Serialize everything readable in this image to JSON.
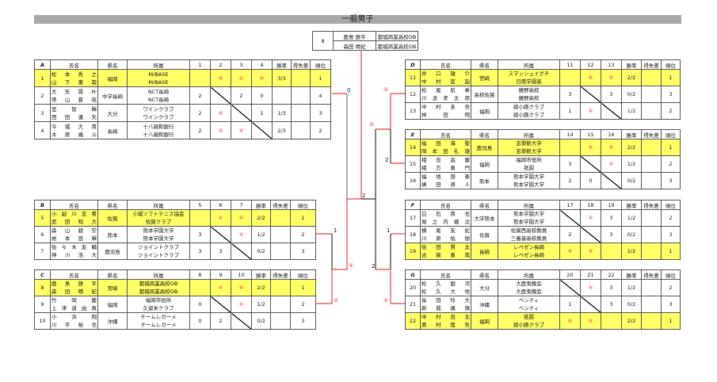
{
  "title": "一般男子",
  "final": {
    "no": "8",
    "names": [
      "鹿島 鉄平",
      "森田 晴紀"
    ],
    "affils": [
      "都城商業高校OB",
      "都城商業高校OB"
    ]
  },
  "headers": {
    "name": "氏名",
    "pref": "県名",
    "affil": "所属",
    "rate": "勝率",
    "diff": "得失差",
    "rank": "順位"
  },
  "colors": {
    "winner_bg": "#ffff66",
    "bracket_red": "#e8444a",
    "title_bg": "#a8a8a8"
  },
  "groups": [
    {
      "label": "A",
      "cols": [
        "1",
        "2",
        "3",
        "4"
      ],
      "rows": [
        {
          "no": "1",
          "names": [
            "松 本 秀 之",
            "山 下 憲 哉"
          ],
          "pref": "福岡",
          "affils": [
            "M/BASE",
            "M/BASE"
          ],
          "scores": [
            null,
            "④",
            "④",
            "④"
          ],
          "rate": "3/3",
          "diff": "",
          "rank": "1",
          "winner": true
        },
        {
          "no": "2",
          "names": [
            "大 矢 晃 叶",
            "蒂 山 蒼 琉"
          ],
          "pref": "中学長崎",
          "affils": [
            "NCT長崎",
            "NCT長崎"
          ],
          "scores": [
            "2",
            null,
            "2",
            "0"
          ],
          "rate": "",
          "diff": "",
          "rank": "4",
          "winner": false
        },
        {
          "no": "3",
          "names": [
            "室 智 輝",
            "西 田 連 矢"
          ],
          "pref": "大分",
          "affils": [
            "ワインクラブ",
            "ワインクラブ"
          ],
          "scores": [
            "2",
            "④",
            null,
            "1"
          ],
          "rate": "1/3",
          "diff": "",
          "rank": "3",
          "winner": false
        },
        {
          "no": "4",
          "names": [
            "今 城 大 貴",
            "木 原 颯 斗"
          ],
          "pref": "長崎",
          "affils": [
            "十八親和銀行",
            "十八親和銀行"
          ],
          "scores": [
            "2",
            "④",
            "④",
            null
          ],
          "rate": "2/3",
          "diff": "",
          "rank": "2",
          "winner": false
        }
      ]
    },
    {
      "label": "B",
      "cols": [
        "5",
        "6",
        "7"
      ],
      "rows": [
        {
          "no": "5",
          "names": [
            "小 副 川 忠 肴",
            "武 田 知 大"
          ],
          "pref": "佐賀",
          "affils": [
            "小城ソフトテニス協会",
            "佐賀クラブ"
          ],
          "scores": [
            null,
            "④",
            "④"
          ],
          "rate": "2/2",
          "diff": "",
          "rank": "1",
          "winner": true
        },
        {
          "no": "6",
          "names": [
            "森 山 碧 空",
            "岩 本 悠 輝"
          ],
          "pref": "熊本",
          "affils": [
            "熊本学園大学",
            "熊本学園大学"
          ],
          "scores": [
            "3",
            null,
            "④"
          ],
          "rate": "1/2",
          "diff": "",
          "rank": "2",
          "winner": false
        },
        {
          "no": "7",
          "names": [
            "佐 々 木 友 輔",
            "神 川 浩 大"
          ],
          "pref": "鹿児島",
          "affils": [
            "ジョイントクラブ",
            "ジョイントクラブ"
          ],
          "scores": [
            "3",
            "3",
            null
          ],
          "rate": "0/2",
          "diff": "",
          "rank": "3",
          "winner": false
        }
      ]
    },
    {
      "label": "C",
      "cols": [
        "8",
        "9",
        "10"
      ],
      "rows": [
        {
          "no": "8",
          "names": [
            "鹿 島 鉄 平",
            "森 田 晴 紀"
          ],
          "pref": "宮崎",
          "affils": [
            "都城商業高校OB",
            "都城商業高校OB"
          ],
          "scores": [
            null,
            "④",
            "④"
          ],
          "rate": "2/2",
          "diff": "",
          "rank": "1",
          "winner": true
        },
        {
          "no": "9",
          "names": [
            "竹 岡 慶",
            "上 津 道 由 真"
          ],
          "pref": "福岡",
          "affils": [
            "福岡市役所",
            "久留米クラブ"
          ],
          "scores": [
            "0",
            null,
            "④"
          ],
          "rate": "1/2",
          "diff": "",
          "rank": "2",
          "winner": false
        },
        {
          "no": "10",
          "names": [
            "小 浜 翔",
            "川 平 裕 也"
          ],
          "pref": "沖縄",
          "affils": [
            "チームレガーメ",
            "チームレガーメ"
          ],
          "scores": [
            "0",
            "2",
            null
          ],
          "rate": "0/2",
          "diff": "",
          "rank": "3",
          "winner": false
        }
      ]
    },
    {
      "label": "D",
      "cols": [
        "11",
        "12",
        "13"
      ],
      "rows": [
        {
          "no": "11",
          "names": [
            "井 口 雄 介",
            "中 村 匡 起"
          ],
          "pref": "宮崎",
          "affils": [
            "スマッシュイグチ",
            "日南学園高"
          ],
          "scores": [
            null,
            "④",
            "④"
          ],
          "rate": "2/2",
          "diff": "",
          "rank": "1",
          "winner": true
        },
        {
          "no": "12",
          "names": [
            "松 尾 航 希",
            "川 浪 孝 太 郎"
          ],
          "pref": "高校佐賀",
          "affils": [
            "嬉野高校",
            "嬉野高校"
          ],
          "scores": [
            "3",
            null,
            "3"
          ],
          "rate": "0/2",
          "diff": "",
          "rank": "3",
          "winner": false
        },
        {
          "no": "13",
          "names": [
            "中 村 圭 吾",
            "林 田 翔"
          ],
          "pref": "福岡",
          "affils": [
            "綾小路クラブ",
            "綾小路クラブ"
          ],
          "scores": [
            "1",
            "④",
            null
          ],
          "rate": "1/2",
          "diff": "",
          "rank": "2",
          "winner": false
        }
      ]
    },
    {
      "label": "E",
      "cols": [
        "14",
        "15",
        "16"
      ],
      "rows": [
        {
          "no": "14",
          "names": [
            "福 田 海 聖",
            "岡 牟 田 礼 雄"
          ],
          "pref": "鹿児島",
          "affils": [
            "志學館大学",
            "志學館大学"
          ],
          "scores": [
            null,
            "④",
            "④"
          ],
          "rate": "2/2",
          "diff": "",
          "rank": "1",
          "winner": true
        },
        {
          "no": "15",
          "names": [
            "相 良 昌 慶",
            "緒 方 勇 門"
          ],
          "pref": "福岡",
          "affils": [
            "福岡市役所",
            "祇園"
          ],
          "scores": [
            "3",
            null,
            "④"
          ],
          "rate": "1/2",
          "diff": "",
          "rank": "2",
          "winner": false
        },
        {
          "no": "16",
          "names": [
            "福 地 想 楽",
            "嶋 田 啓 人"
          ],
          "pref": "熊本",
          "affils": [
            "熊本学園大学",
            "熊本学園大学"
          ],
          "scores": [
            "2",
            "0",
            null
          ],
          "rate": "0/2",
          "diff": "",
          "rank": "3",
          "winner": false
        }
      ]
    },
    {
      "label": "F",
      "cols": [
        "17",
        "18",
        "19"
      ],
      "rows": [
        {
          "no": "17",
          "names": [
            "白 石 貴 也",
            "堀 之 内 颯 汰"
          ],
          "pref": "大学熊本",
          "affils": [
            "熊本学園大学",
            "熊本学園大学"
          ],
          "scores": [
            null,
            "④",
            "3"
          ],
          "rate": "1/2",
          "diff": "",
          "rank": "2",
          "winner": false
        },
        {
          "no": "18",
          "names": [
            "横 尾 友 紀",
            "川 原 佑 樹"
          ],
          "pref": "佐賀",
          "affils": [
            "佐賀西高校教員",
            "三養基高校教員"
          ],
          "scores": [
            "2",
            null,
            "3"
          ],
          "rate": "0/2",
          "diff": "",
          "rank": "3",
          "winner": false
        },
        {
          "no": "19",
          "names": [
            "佐 田 賢 太",
            "古 賀 勇 哉"
          ],
          "pref": "長崎",
          "affils": [
            "レベゼン長崎",
            "レベゼン長崎"
          ],
          "scores": [
            "④",
            "④",
            null
          ],
          "rate": "2/2",
          "diff": "",
          "rank": "1",
          "winner": true
        }
      ]
    },
    {
      "label": "G",
      "cols": [
        "20",
        "21",
        "22"
      ],
      "rows": [
        {
          "no": "20",
          "names": [
            "松 久 銀 河",
            "松 久 大 地"
          ],
          "pref": "大分",
          "affils": [
            "大鹿鬼魄会",
            "大鹿鬼魄会"
          ],
          "scores": [
            null,
            "④",
            "3"
          ],
          "rate": "1/2",
          "diff": "",
          "rank": "2",
          "winner": false
        },
        {
          "no": "21",
          "names": [
            "長 田 怜 大",
            "新 城 颯 慎"
          ],
          "pref": "沖縄",
          "affils": [
            "ベンティ",
            "ベンティ"
          ],
          "scores": [
            "1",
            null,
            "3"
          ],
          "rate": "0/2",
          "diff": "",
          "rank": "3",
          "winner": false
        },
        {
          "no": "22",
          "names": [
            "中 村 良 太",
            "奥 村 陸 矢"
          ],
          "pref": "福岡",
          "affils": [
            "祇園",
            "綾小路クラブ"
          ],
          "scores": [
            "④",
            "④",
            null
          ],
          "rate": "2/2",
          "diff": "",
          "rank": "1",
          "winner": true
        }
      ]
    }
  ],
  "bracket_scores": {
    "a": "0",
    "bc_b": "1",
    "bc_c": "④",
    "bc_win": "④",
    "left_final": "2",
    "d": "④",
    "e": "2",
    "de_win": "④",
    "f": "1",
    "g": "④",
    "fg_win": "2"
  }
}
